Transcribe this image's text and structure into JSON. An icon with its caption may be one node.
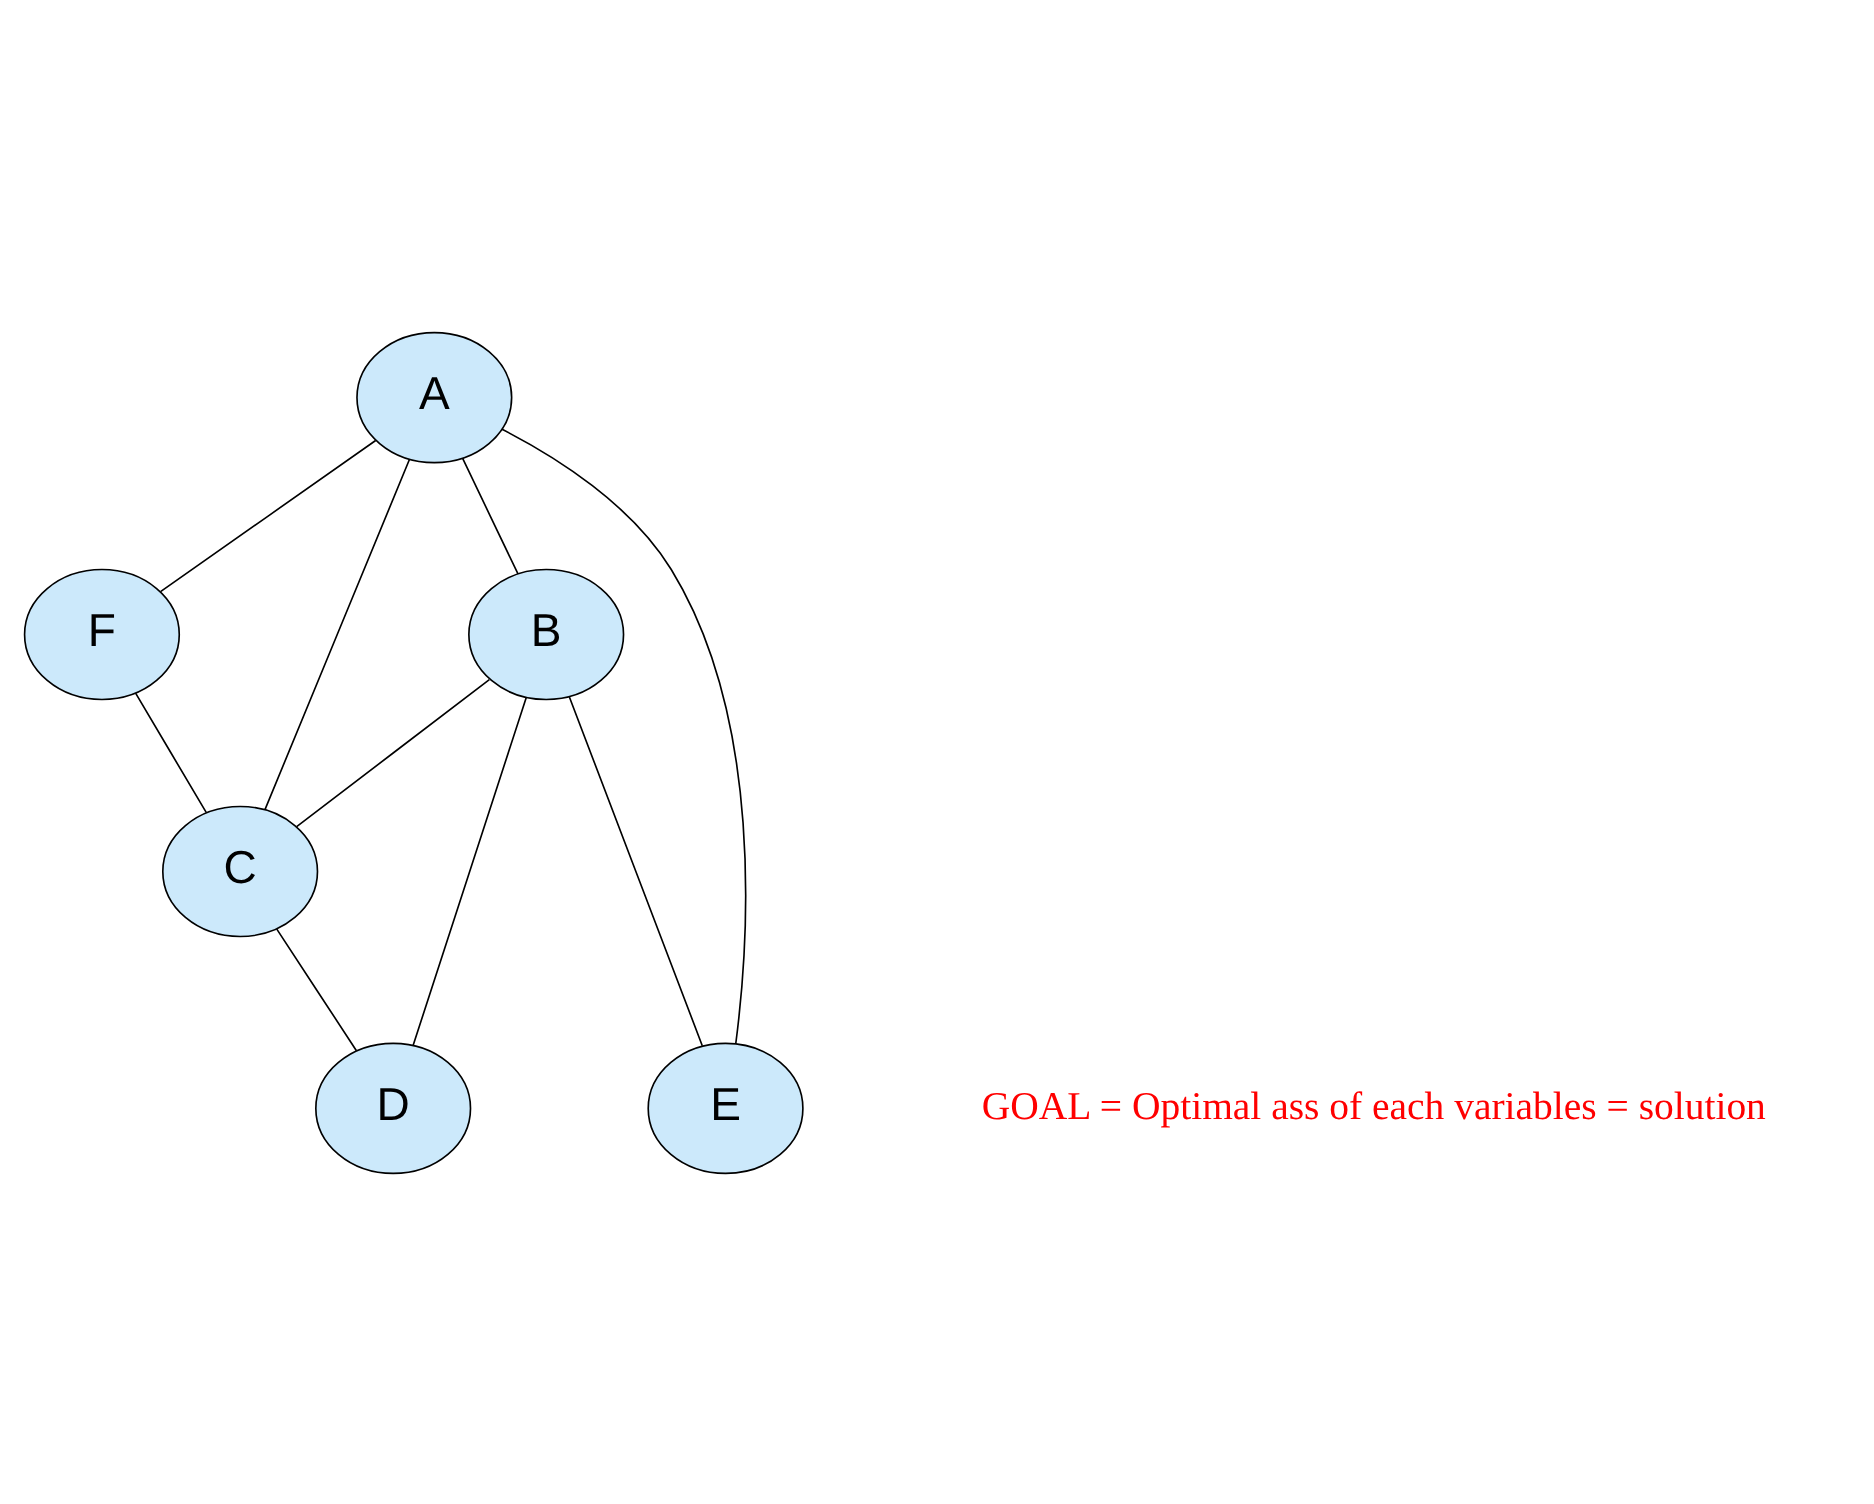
{
  "diagram": {
    "nodes": [
      {
        "text": [
          "A"
        ]
      },
      {
        "text": [
          "F"
        ]
      },
      {
        "text": [
          "B"
        ]
      },
      {
        "text": [
          "C"
        ]
      },
      {
        "text": [
          "E"
        ]
      },
      {
        "text": [
          "D"
        ]
      }
    ],
    "edges": [
      {
        "from": 0,
        "to": 1,
        "arrow": "none"
      },
      {
        "from": 0,
        "to": 2,
        "arrow": "none"
      },
      {
        "from": 0,
        "to": 4,
        "arrow": "none"
      },
      {
        "from": 0,
        "to": 3,
        "arrow": "none"
      },
      {
        "from": 1,
        "to": 3,
        "arrow": "none"
      },
      {
        "from": 2,
        "to": 3,
        "arrow": "none"
      },
      {
        "from": 2,
        "to": 4,
        "arrow": "none"
      },
      {
        "from": 2,
        "to": 5,
        "arrow": "none"
      },
      {
        "from": 3,
        "to": 5,
        "arrow": "none"
      }
    ],
    "labels": [
      "GOAL = Optimal ass of each variables = solution"
    ]
  }
}
